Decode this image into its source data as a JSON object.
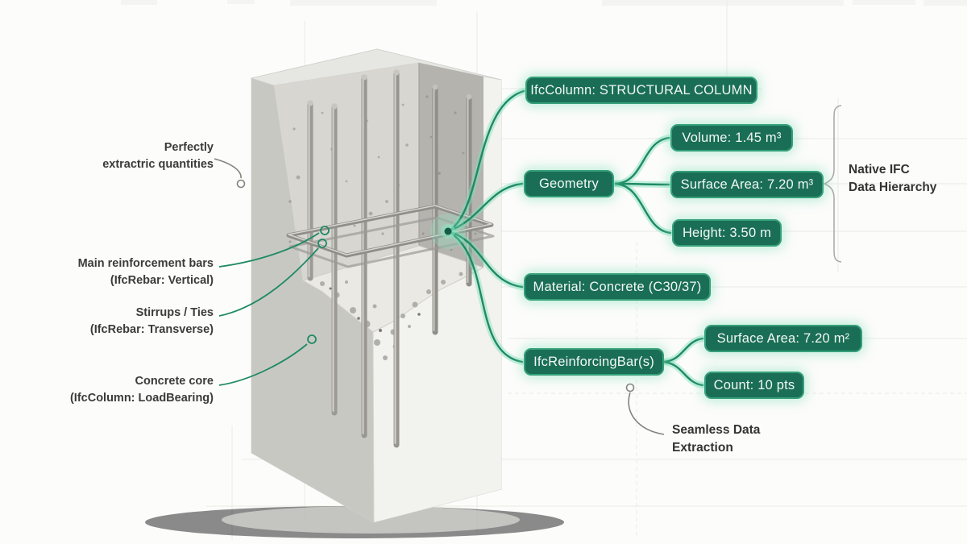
{
  "palette": {
    "box_bg": "#1a6e56",
    "box_border": "#35a07a",
    "box_text": "#f2f7f4",
    "connector_green": "#1f8a66",
    "connector_glow": "rgba(126,224,184,0.5)",
    "leader_gray": "#83837d",
    "label_text": "#3b3b38",
    "background": "#fcfcfb",
    "column_left_face": "#c8c8c3",
    "column_right_face": "#f2f2ef",
    "concrete_interior": "#d7d6d1"
  },
  "nodes": {
    "root": "IfcColumn: STRUCTURAL COLUMN",
    "geometry": "Geometry",
    "volume": "Volume: 1.45 m³",
    "surface_area": "Surface Area: 7.20 m³",
    "height": "Height: 3.50 m",
    "material": "Material: Concrete (C30/37)",
    "rebar": "IfcReinforcingBar(s)",
    "rebar_surface_area": "Surface Area: 7.20 m²",
    "rebar_count": "Count: 10 pts"
  },
  "callouts": {
    "quantities": "Perfectly\nextractric quantities",
    "main_bars": "Main reinforcement bars\n(IfcRebar: Vertical)",
    "stirrups": "Stirrups / Ties\n(IfcRebar: Transverse)",
    "core": "Concrete core\n(IfcColumn: LoadBearing)",
    "hierarchy": "Native IFC\nData Hierarchy",
    "extraction": "Seamless Data\nExtraction"
  }
}
